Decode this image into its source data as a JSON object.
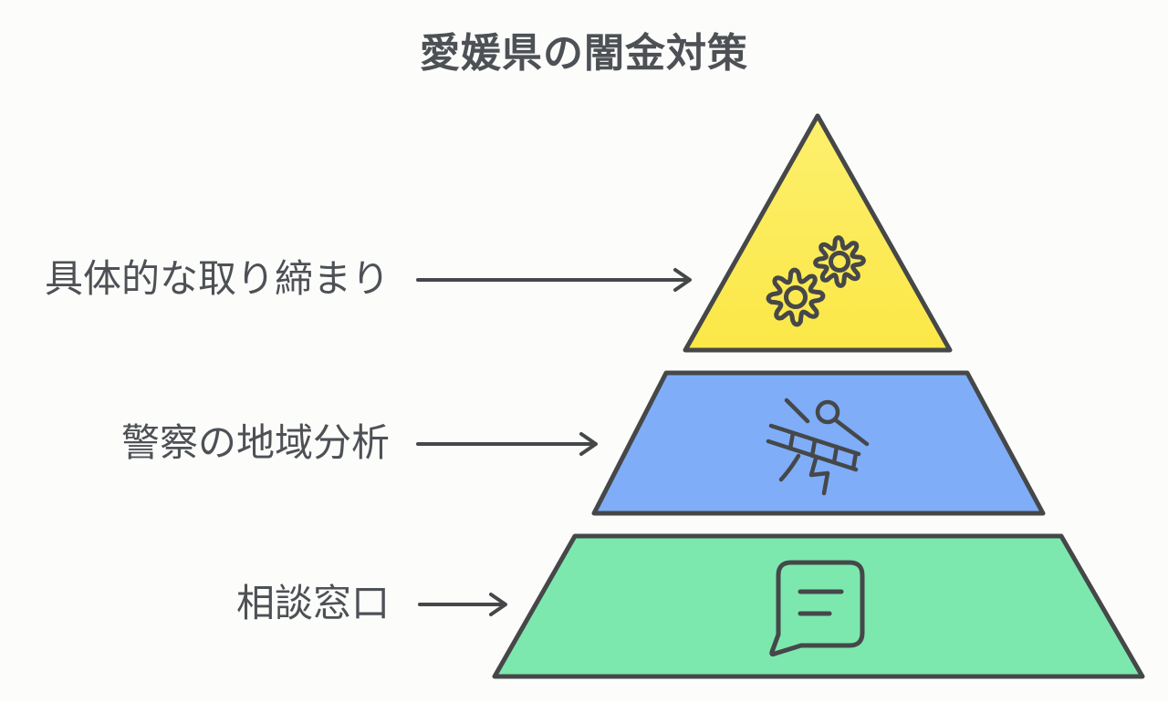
{
  "title": "愛媛県の闇金対策",
  "colors": {
    "bg": "#FCFCFA",
    "stroke": "#454749",
    "text": "#4D5156",
    "yellow_top": "#FDF06E",
    "yellow_bottom": "#FBE746",
    "blue": "#7FADF7",
    "green": "#7DE8AE"
  },
  "pyramid": {
    "levels": [
      {
        "id": "top",
        "label": "具体的な取り締まり",
        "color": "#FBE94F",
        "icon": "gears-icon"
      },
      {
        "id": "middle",
        "label": "警察の地域分析",
        "color": "#7FADF7",
        "icon": "crime-scene-tape-icon"
      },
      {
        "id": "bottom",
        "label": "相談窓口",
        "color": "#7DE8AE",
        "icon": "speech-bubble-icon"
      }
    ]
  }
}
